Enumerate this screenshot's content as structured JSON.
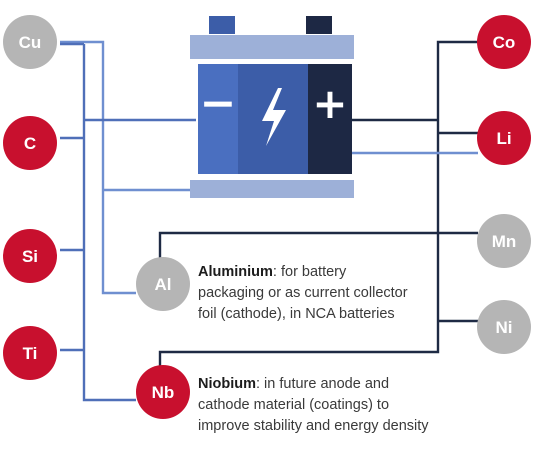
{
  "colors": {
    "blue_line": "#4f6fb8",
    "dark_line": "#1e2a44",
    "light_blue_line": "#6f8fd0",
    "red": "#c8102e",
    "gray": "#b5b5b5",
    "battery_cap": "#9db0d8",
    "battery_minus": "#4a6fc0",
    "battery_center": "#3c5da8",
    "battery_plus": "#1d2844"
  },
  "left_elements": [
    {
      "symbol": "Cu",
      "color": "gray"
    },
    {
      "symbol": "C",
      "color": "red"
    },
    {
      "symbol": "Si",
      "color": "red"
    },
    {
      "symbol": "Ti",
      "color": "red"
    }
  ],
  "right_elements": [
    {
      "symbol": "Co",
      "color": "red"
    },
    {
      "symbol": "Li",
      "color": "red"
    },
    {
      "symbol": "Mn",
      "color": "gray"
    },
    {
      "symbol": "Ni",
      "color": "gray"
    }
  ],
  "bottom_elements": [
    {
      "symbol": "Al",
      "color": "gray"
    },
    {
      "symbol": "Nb",
      "color": "red"
    }
  ],
  "battery": {
    "minus_sign": "−",
    "plus_sign": "+",
    "bolt_icon": "lightning-bolt-icon"
  },
  "aluminium": {
    "name": "Aluminium",
    "text_line1": ": for battery",
    "text_line2": "packaging or as current collector",
    "text_line3": "foil (cathode), in NCA batteries"
  },
  "niobium": {
    "name": "Niobium",
    "text_line1": ": in future anode and",
    "text_line2": "cathode material (coatings) to",
    "text_line3": "improve stability and energy density"
  }
}
